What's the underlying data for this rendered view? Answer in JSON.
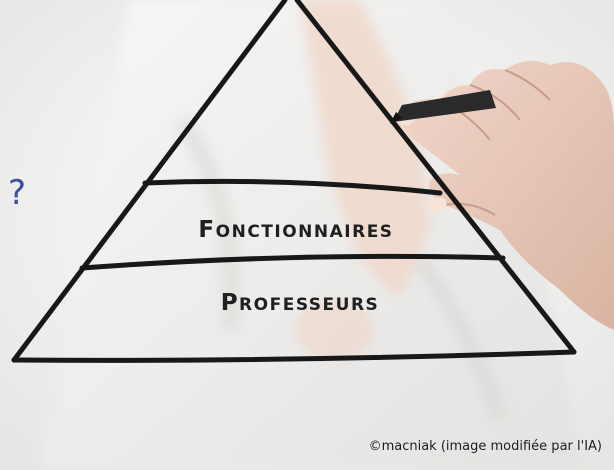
{
  "question_mark": "?",
  "pyramid": {
    "tiers": [
      {
        "label": "Fonctionnaires"
      },
      {
        "label": "Professeurs"
      }
    ]
  },
  "credit": "©macniak (image modifiée par l'IA)"
}
